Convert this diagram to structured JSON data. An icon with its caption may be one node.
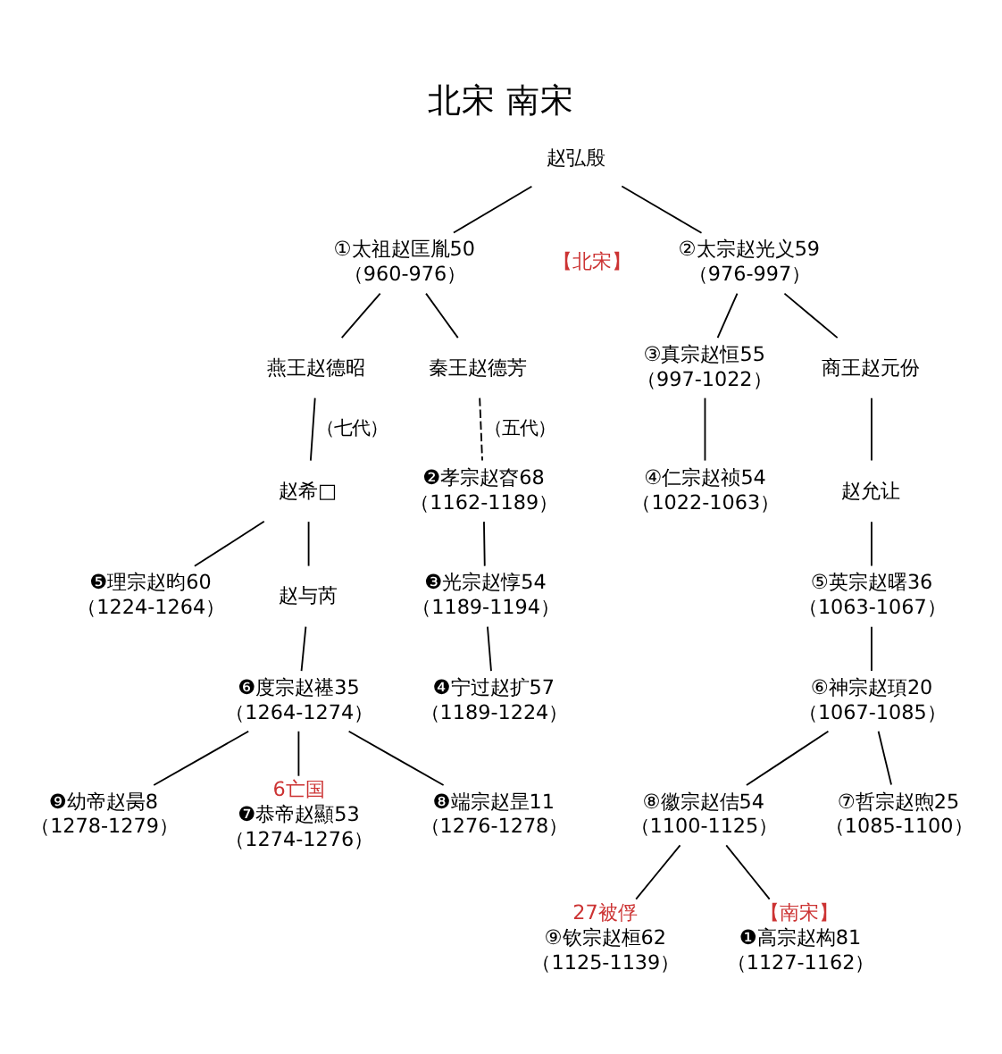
{
  "diagram": {
    "title": "北宋 南宋",
    "nodes": [
      {
        "text": [
          "赵弘殷"
        ]
      },
      {
        "text": [
          "①太祖赵匡胤50",
          "（960-976）"
        ]
      },
      {
        "text": [
          "②太宗赵光义59",
          "（976-997）"
        ]
      },
      {
        "text": [
          "燕王赵德昭"
        ]
      },
      {
        "text": [
          "秦王赵德芳"
        ]
      },
      {
        "text": [
          "③真宗赵恒55",
          "（997-1022）"
        ]
      },
      {
        "text": [
          "商王赵元份"
        ]
      },
      {
        "text": [
          "④仁宗赵祯54",
          "（1022-1063）"
        ]
      },
      {
        "text": [
          "赵允让"
        ]
      },
      {
        "text": [
          "⑤英宗赵曙36",
          "（1063-1067）"
        ]
      },
      {
        "text": [
          "⑥神宗赵頊20",
          "（1067-1085）"
        ]
      },
      {
        "text": [
          "⑦哲宗赵煦25",
          "（1085-1100）"
        ]
      },
      {
        "text": [
          "⑧徽宗赵佶54",
          "（1100-1125）"
        ]
      },
      {
        "text": [
          "⑨钦宗赵桓62",
          "（1125-1139）"
        ],
        "beside": [
          "27被俘"
        ]
      },
      {
        "text": [
          "❶高宗赵构81",
          "（1127-1162）"
        ],
        "beside": [
          "【南宋】"
        ]
      },
      {
        "text": [
          "赵希□"
        ]
      },
      {
        "text": [
          "❷孝宗赵昚68",
          "（1162-1189）"
        ]
      },
      {
        "text": [
          "❸光宗赵惇54",
          "（1189-1194）"
        ]
      },
      {
        "text": [
          "❹宁过赵扩57",
          "（1189-1224）"
        ]
      },
      {
        "text": [
          "❺理宗赵昀60",
          "（1224-1264）"
        ]
      },
      {
        "text": [
          "赵与芮"
        ]
      },
      {
        "text": [
          "❻度宗赵禥35",
          "（1264-1274）"
        ]
      },
      {
        "text": [
          "❼恭帝赵顯53",
          "（1274-1276）"
        ],
        "beside": [
          "6亡国"
        ]
      },
      {
        "text": [
          "❽端宗赵昰11",
          "（1276-1278）"
        ]
      },
      {
        "text": [
          "❾幼帝赵昺8",
          "（1278-1279）"
        ]
      }
    ],
    "edges": [
      {
        "from": 0,
        "to": 1,
        "arrow": "none"
      },
      {
        "from": 0,
        "to": 2,
        "arrow": "none"
      },
      {
        "from": 1,
        "to": 3,
        "arrow": "none"
      },
      {
        "from": 1,
        "to": 4,
        "arrow": "none"
      },
      {
        "from": 2,
        "to": 5,
        "arrow": "none"
      },
      {
        "from": 2,
        "to": 6,
        "arrow": "none"
      },
      {
        "from": 5,
        "to": 7,
        "arrow": "none"
      },
      {
        "from": 6,
        "to": 8,
        "arrow": "none"
      },
      {
        "from": 8,
        "to": 9,
        "arrow": "none"
      },
      {
        "from": 9,
        "to": 10,
        "arrow": "none"
      },
      {
        "from": 10,
        "to": 11,
        "arrow": "none"
      },
      {
        "from": 10,
        "to": 12,
        "arrow": "none"
      },
      {
        "from": 12,
        "to": 13,
        "arrow": "none"
      },
      {
        "from": 12,
        "to": 14,
        "arrow": "none"
      },
      {
        "from": 3,
        "to": 15,
        "arrow": "none",
        "label": "（七代）"
      },
      {
        "from": 4,
        "to": 16,
        "arrow": "none",
        "label": "（五代）",
        "style": "dashed"
      },
      {
        "from": 16,
        "to": 17,
        "arrow": "none"
      },
      {
        "from": 17,
        "to": 18,
        "arrow": "none"
      },
      {
        "from": 15,
        "to": 19,
        "arrow": "none"
      },
      {
        "from": 15,
        "to": 20,
        "arrow": "none"
      },
      {
        "from": 20,
        "to": 21,
        "arrow": "none"
      },
      {
        "from": 21,
        "to": 22,
        "arrow": "none"
      },
      {
        "from": 21,
        "to": 23,
        "arrow": "none"
      },
      {
        "from": 21,
        "to": 24,
        "arrow": "none"
      }
    ],
    "labels": [
      "【北宋】"
    ]
  }
}
